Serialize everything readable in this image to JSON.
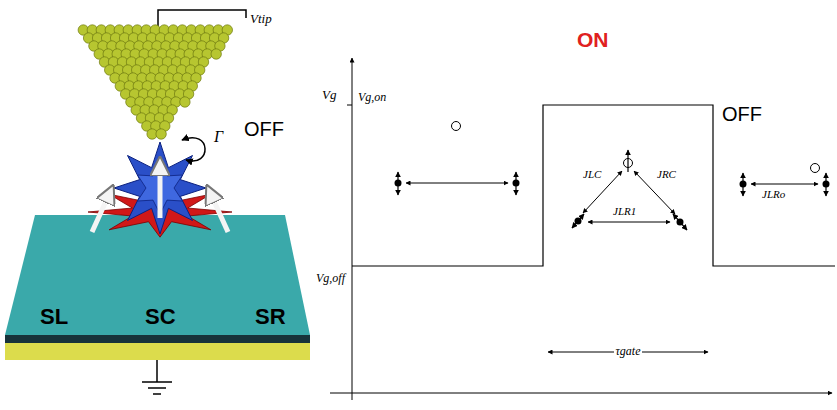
{
  "diagram": {
    "labels": [
      "Vtip",
      "Γ",
      "SL",
      "SC",
      "SR",
      "Vg",
      "Vg,on",
      "Vg,off",
      "ON",
      "OFF",
      "OFF",
      "JLC",
      "JRC",
      "JLR1",
      "JLRo",
      "τgate"
    ]
  }
}
